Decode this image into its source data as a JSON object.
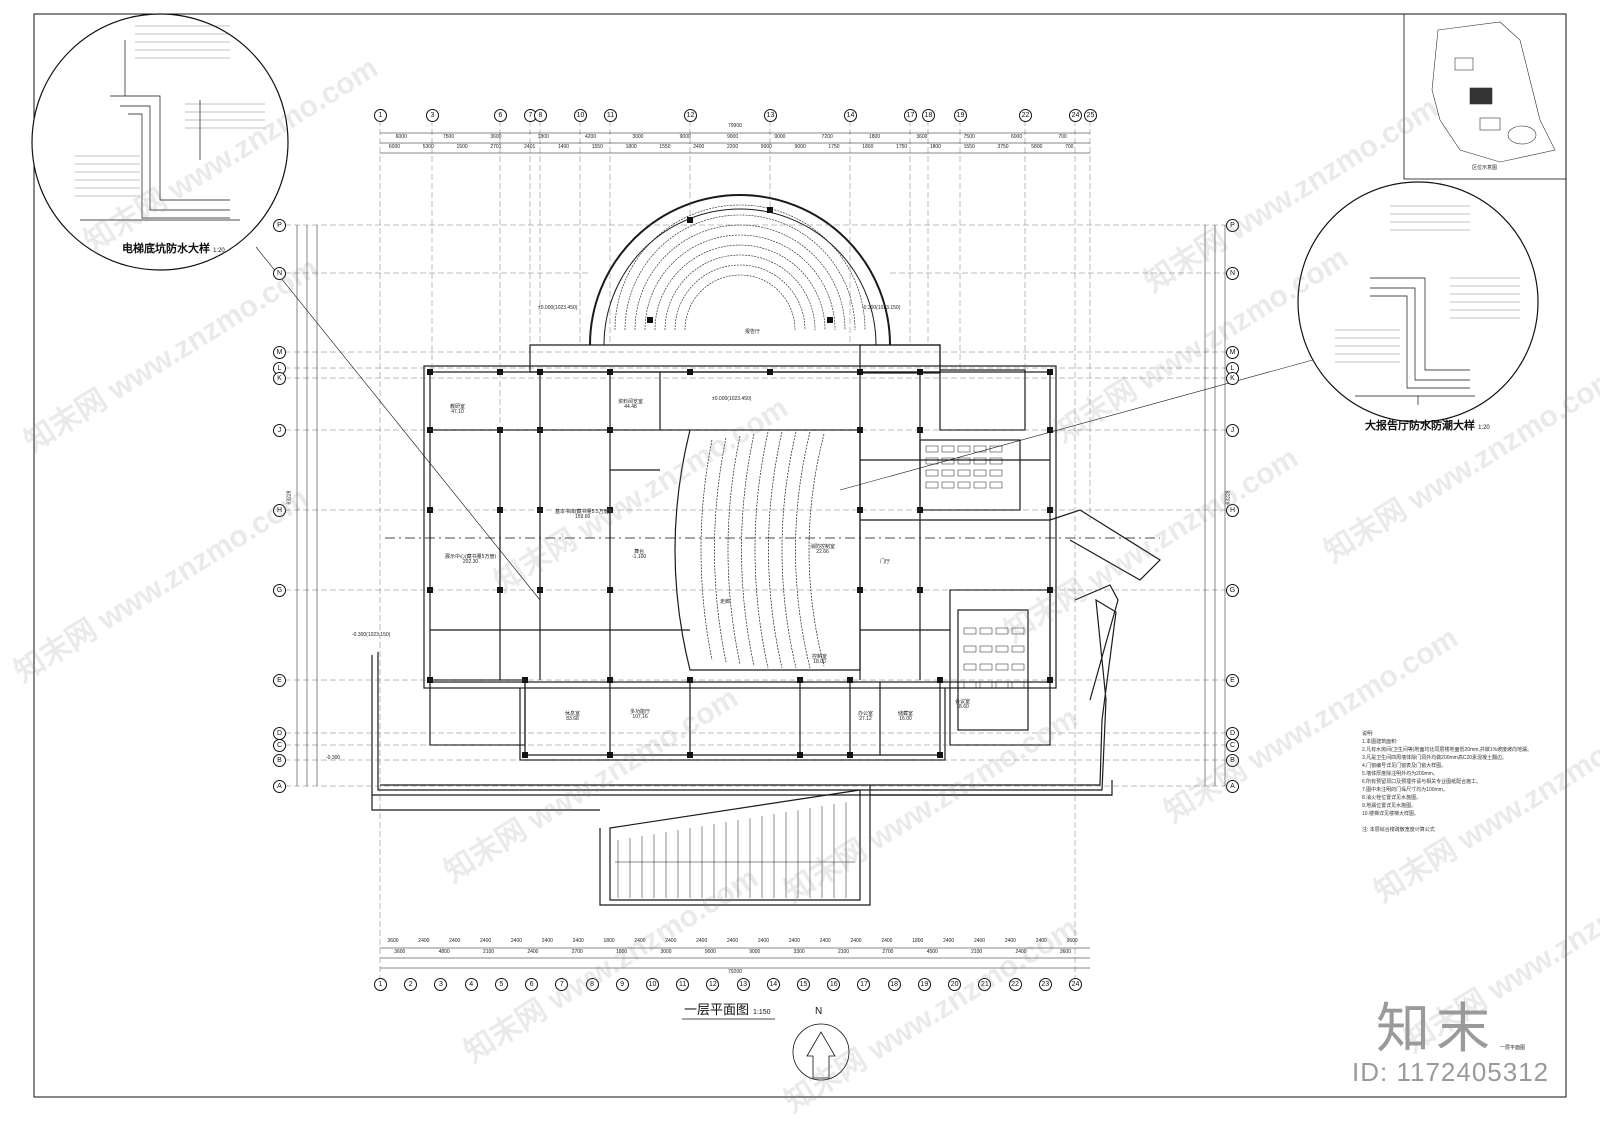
{
  "sheet": {
    "plan_title": "一层平面图",
    "plan_scale": "1:150",
    "north_label": "N",
    "detail_left_title": "电梯底坑防水大样",
    "detail_left_scale": "1:20",
    "detail_right_title": "大报告厅防水防潮大样",
    "detail_right_scale": "1:20",
    "site_plan_caption": "区位示意图",
    "corner_caption": "一层平面图",
    "total_dimension_top": "79900",
    "total_dimension_bottom": "79200",
    "total_dimension_side": "63228"
  },
  "grid": {
    "columns_top": [
      "1",
      "3",
      "6",
      "7",
      "8",
      "10",
      "11",
      "12",
      "13",
      "14",
      "17",
      "18",
      "19",
      "22",
      "24",
      "25"
    ],
    "columns_bottom": [
      "1",
      "2",
      "3",
      "4",
      "5",
      "6",
      "7",
      "8",
      "9",
      "10",
      "11",
      "12",
      "13",
      "14",
      "15",
      "16",
      "17",
      "18",
      "19",
      "20",
      "21",
      "22",
      "23",
      "24"
    ],
    "rows": [
      "P",
      "N",
      "M",
      "L",
      "K",
      "J",
      "H",
      "G",
      "E",
      "D",
      "C",
      "B",
      "A"
    ]
  },
  "dimensions_top_row1": [
    "6000",
    "7500",
    "3600",
    "1800",
    "4200",
    "3000",
    "9000",
    "9000",
    "9000",
    "7200",
    "1800",
    "3600",
    "7500",
    "6000",
    "700"
  ],
  "dimensions_top_row2": [
    "6000",
    "5300",
    "1500",
    "2701",
    "2401",
    "1400",
    "1550",
    "1800",
    "1550",
    "2400",
    "2200",
    "9000",
    "9000",
    "1750",
    "1800",
    "1750",
    "1800",
    "1550",
    "3750",
    "5800",
    "700"
  ],
  "dimensions_bottom_row1": [
    "3600",
    "2400",
    "2400",
    "2400",
    "2400",
    "2400",
    "2400",
    "1800",
    "2400",
    "2400",
    "2400",
    "2400",
    "2400",
    "2400",
    "2400",
    "2400",
    "2400",
    "1800",
    "2400",
    "2400",
    "2400",
    "2400",
    "3600"
  ],
  "dimensions_bottom_row2": [
    "3600",
    "4800",
    "2100",
    "2400",
    "2700",
    "1800",
    "3000",
    "9000",
    "9000",
    "3300",
    "2100",
    "2700",
    "4500",
    "2100",
    "2400",
    "3600"
  ],
  "rooms": [
    {
      "label": "报告厅",
      "area": ""
    },
    {
      "label": "舞台",
      "area": "-1.100"
    },
    {
      "label": "门厅",
      "area": ""
    },
    {
      "label": "多功能厅",
      "area": "107.16"
    },
    {
      "label": "展示中心(藏书量5万册)",
      "area": "202.30"
    },
    {
      "label": "基本书库(藏书量5.5万册)",
      "area": "159.60"
    },
    {
      "label": "教研室",
      "area": "47.10"
    },
    {
      "label": "资料阅览室",
      "area": "44.48"
    },
    {
      "label": "休息室",
      "area": "83.68"
    },
    {
      "label": "办公室",
      "area": "27.12"
    },
    {
      "label": "储藏室",
      "area": "16.00"
    },
    {
      "label": "会议室",
      "area": "18.60"
    },
    {
      "label": "消防控制室",
      "area": "22.66"
    },
    {
      "label": "控制室",
      "area": "18.00"
    },
    {
      "label": "走廊",
      "area": ""
    }
  ],
  "levels": [
    "±0.000(1023.450)",
    "-0.300(1023.150)",
    "-0.300",
    "±0.000(1023.450)",
    "-0.300(1023.150)"
  ],
  "notes": [
    "1.本图建筑面积:",
    "2.凡有水房间(卫生间等)地面均比同层楼地面低20mm,并做1%坡度坡向地漏。",
    "3.凡是卫生间四周墙体除门洞外均做200mm高C20素混凝土翻边。",
    "4.门窗编号详见门窗表及门窗大样图。",
    "5.墙体厚度除注明外均为200mm。",
    "6.所有预留洞口及预埋件请与相关专业图纸配合施工。",
    "7.图中未注明的门垛尺寸均为100mm。",
    "8.消火栓位置详见水施图。",
    "9.地漏位置详见水施图。",
    "10.楼梯详见楼梯大样图。"
  ],
  "notes_title": "说明:",
  "calc_title": "注: 本层综合楼疏散宽度计算公式",
  "brand": "知末",
  "image_id": "ID: 1172405312",
  "watermark_text": "知末网 www.znzmo.com",
  "colors": {
    "line": "#1a1a1a",
    "grid": "#555555",
    "watermark": "#8c8c8c"
  }
}
